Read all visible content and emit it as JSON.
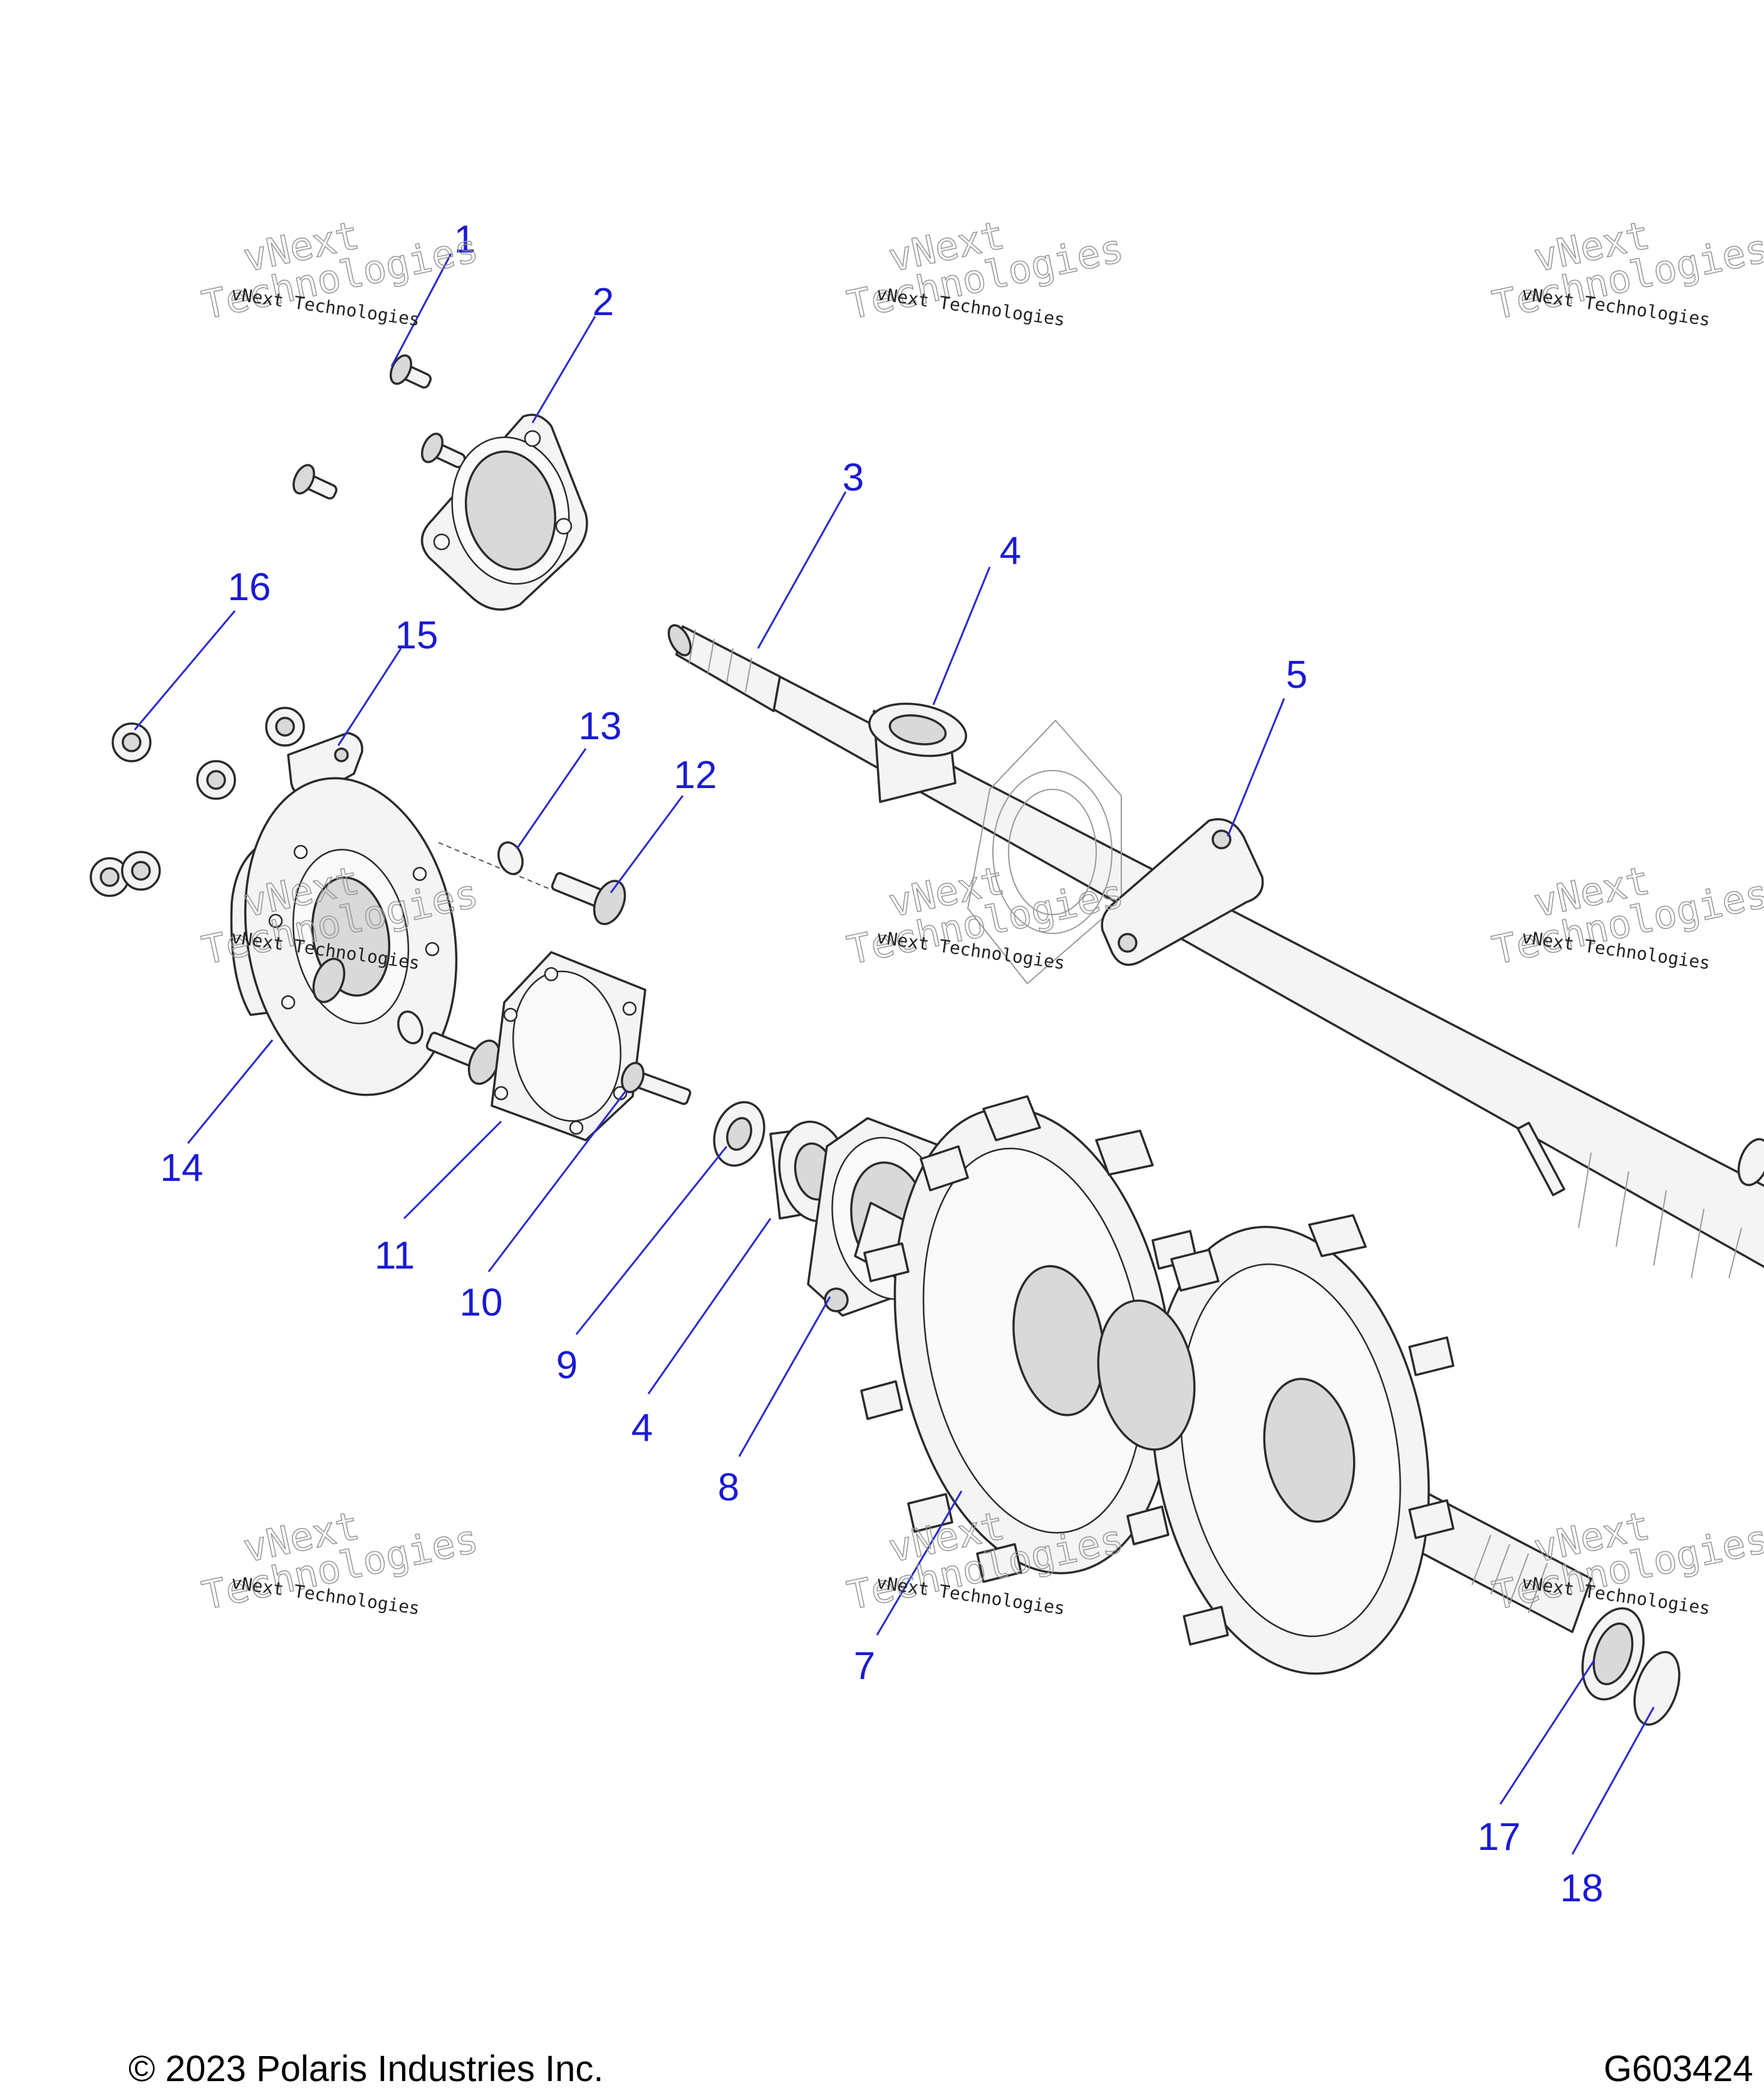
{
  "callouts": [
    "1",
    "2",
    "3",
    "4",
    "5",
    "16",
    "15",
    "13",
    "12",
    "14",
    "11",
    "10",
    "9",
    "4",
    "8",
    "7",
    "17",
    "18"
  ],
  "watermark": {
    "small": "vNext Technologies",
    "big1": "vNext",
    "big2": "Technologies"
  },
  "footer": {
    "copyright": "© 2023 Polaris Industries Inc.",
    "figure_id": "G603424"
  },
  "colors": {
    "callout": "#1a1ad4",
    "line": "#2b2b2b",
    "watermark": "#9a9a9a"
  }
}
